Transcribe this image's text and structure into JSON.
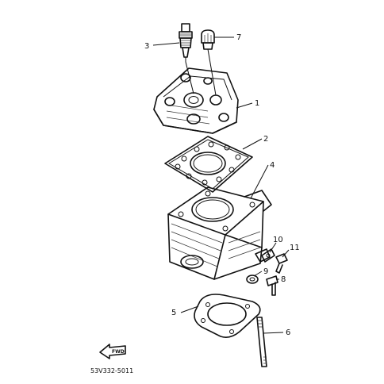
{
  "diagram": {
    "callouts": {
      "c1": "1",
      "c2": "2",
      "c3": "3",
      "c4": "4",
      "c5": "5",
      "c6": "6",
      "c7": "7",
      "c8": "8",
      "c9": "9",
      "c10": "10",
      "c11": "11"
    },
    "arrow_label": "FWD",
    "code": "53V332-5011"
  }
}
